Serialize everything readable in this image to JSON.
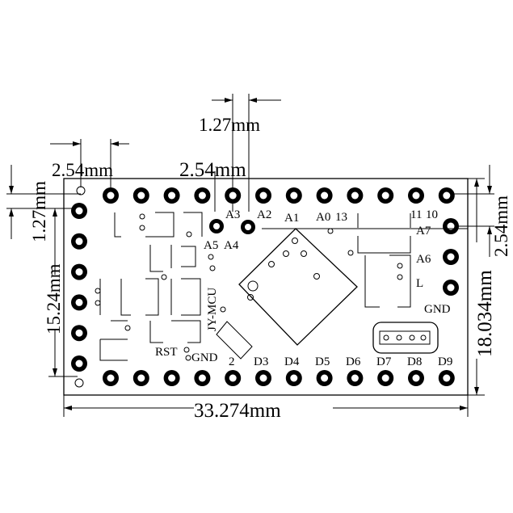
{
  "dimensions": {
    "pin_pitch_top": "2.54mm",
    "pin_pitch_top_mid": "2.54mm",
    "pitch_small": "1.27mm",
    "side_offset_left": "1.27mm",
    "side_pitch_right": "2.54mm",
    "left_height": "15.24mm",
    "board_height": "18.034mm",
    "board_width": "33.274mm"
  },
  "labels": {
    "a3": "A3",
    "a2": "A2",
    "a1": "A1",
    "a0": "A0",
    "p13": "13",
    "p11": "11",
    "p10": "10",
    "a7": "A7",
    "a6": "A6",
    "l": "L",
    "gnd_right": "GND",
    "a5": "A5",
    "a4": "A4",
    "mcu": "JY-MCU",
    "rst": "RST",
    "gnd_bottom": "GND",
    "p2": "2",
    "d3": "D3",
    "d4": "D4",
    "d5": "D5",
    "d6": "D6",
    "d7": "D7",
    "d8": "D8",
    "d9": "D9"
  }
}
